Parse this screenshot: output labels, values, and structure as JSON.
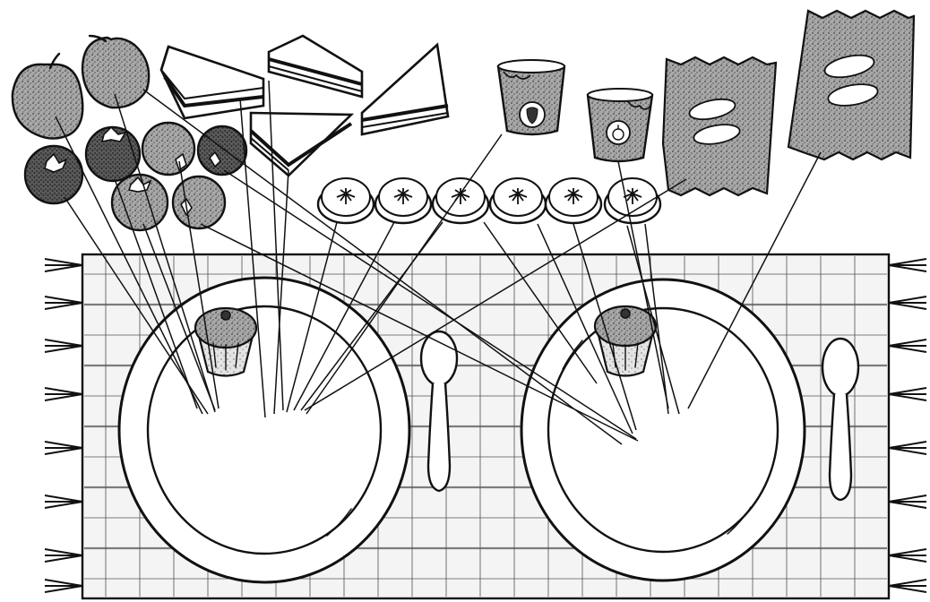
{
  "scene": {
    "colors": {
      "ink": "#111111",
      "paper": "#ffffff",
      "shade": "#8a8a8a",
      "dark_shade": "#3a3a3a",
      "cloth_line": "#4a4a4a"
    },
    "food_items": [
      {
        "kind": "apple",
        "count": 2
      },
      {
        "kind": "tomato",
        "count": 6
      },
      {
        "kind": "sandwich",
        "count": 4
      },
      {
        "kind": "banana-slice",
        "count": 6
      },
      {
        "kind": "yogurt-cup-strawberry",
        "count": 1
      },
      {
        "kind": "yogurt-cup-apple",
        "count": 1
      },
      {
        "kind": "snack-bag",
        "count": 2
      }
    ],
    "place_settings": [
      {
        "name": "left-setting",
        "items": [
          "plate",
          "muffin"
        ]
      },
      {
        "name": "right-setting",
        "items": [
          "plate",
          "muffin",
          "spoon"
        ]
      }
    ],
    "tablecloth": {
      "pattern": "plaid",
      "fringe": true
    },
    "connector_line_count": 24
  }
}
